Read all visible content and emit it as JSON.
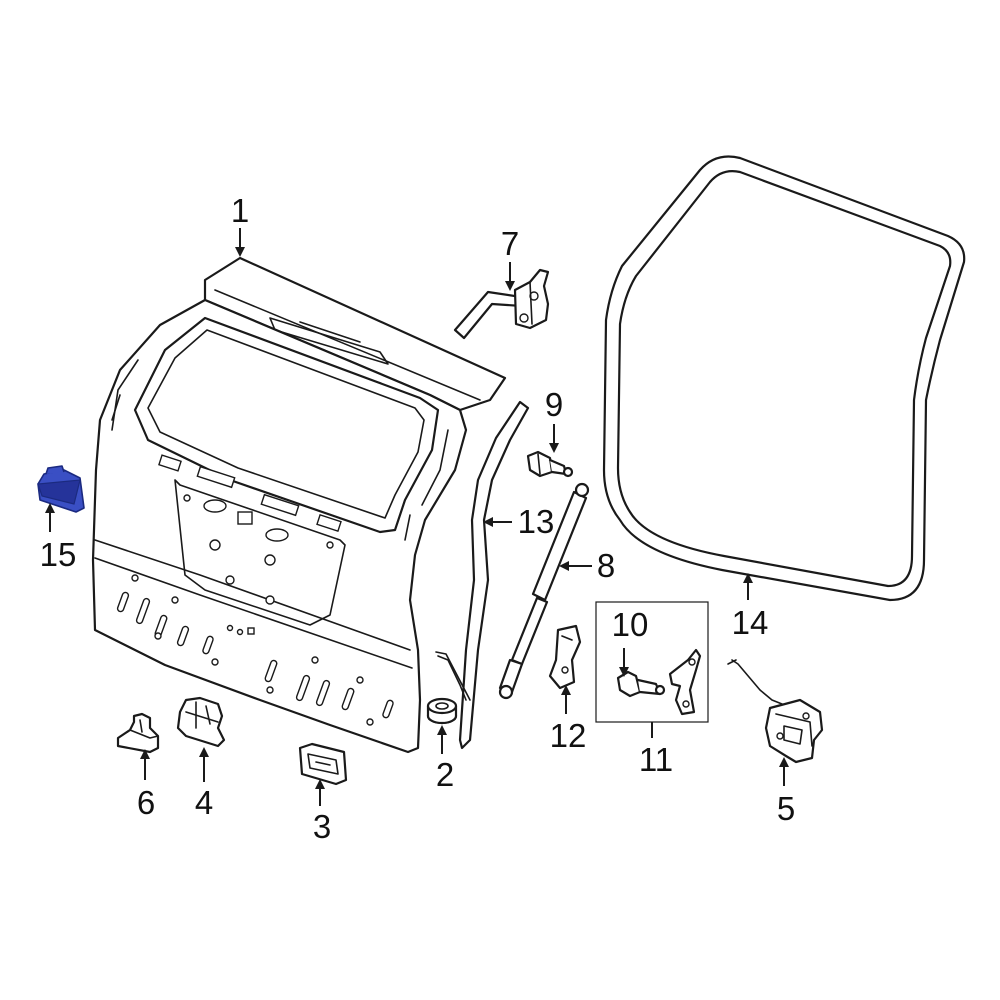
{
  "diagram": {
    "highlight_color": "#3a4fc4",
    "line_color": "#1a1a1a",
    "callouts": [
      {
        "id": "1",
        "label": "1"
      },
      {
        "id": "2",
        "label": "2"
      },
      {
        "id": "3",
        "label": "3"
      },
      {
        "id": "4",
        "label": "4"
      },
      {
        "id": "5",
        "label": "5"
      },
      {
        "id": "6",
        "label": "6"
      },
      {
        "id": "7",
        "label": "7"
      },
      {
        "id": "8",
        "label": "8"
      },
      {
        "id": "9",
        "label": "9"
      },
      {
        "id": "10",
        "label": "10"
      },
      {
        "id": "11",
        "label": "11"
      },
      {
        "id": "12",
        "label": "12"
      },
      {
        "id": "13",
        "label": "13"
      },
      {
        "id": "14",
        "label": "14"
      },
      {
        "id": "15",
        "label": "15"
      }
    ]
  }
}
